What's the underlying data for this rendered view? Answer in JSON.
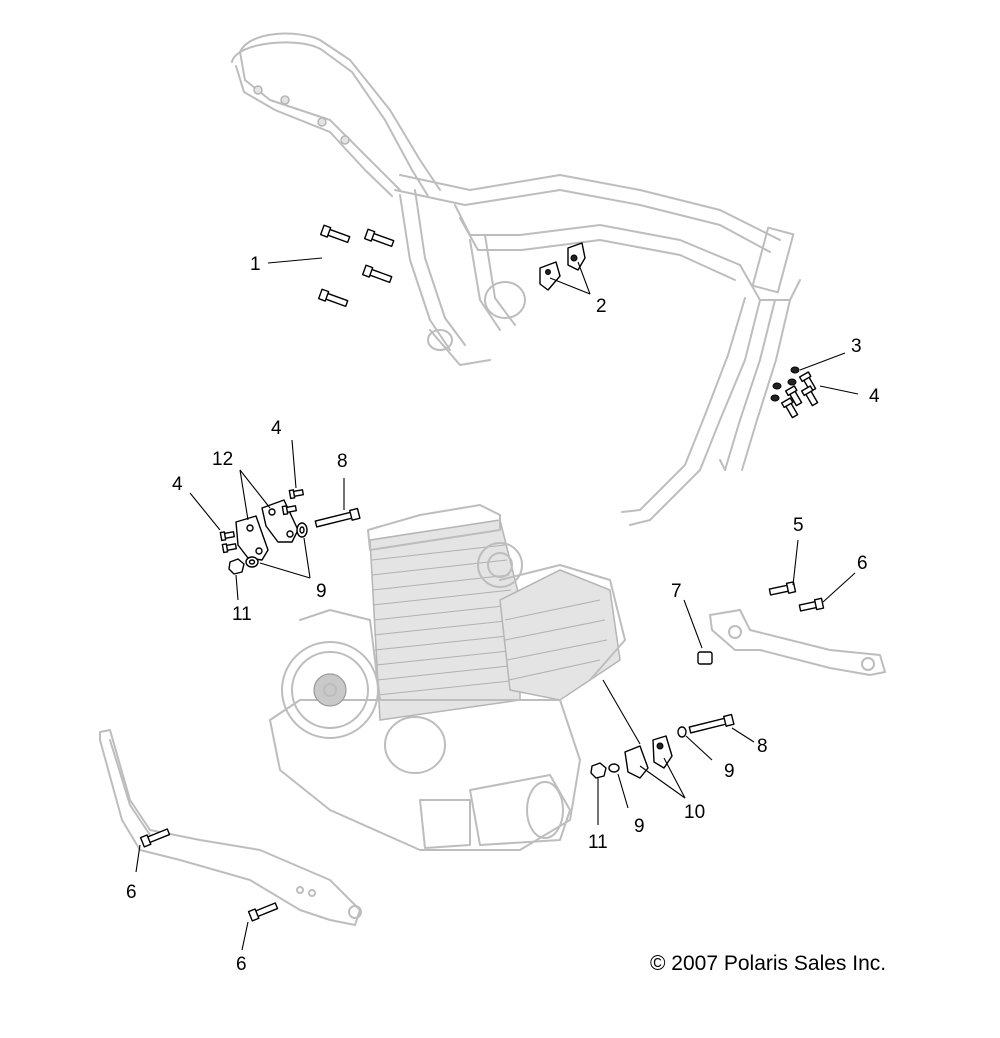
{
  "callouts": {
    "c1": "1",
    "c2": "2",
    "c3": "3",
    "c4a": "4",
    "c4b": "4",
    "c4c": "4",
    "c5": "5",
    "c6a": "6",
    "c6b": "6",
    "c6c": "6",
    "c7": "7",
    "c8a": "8",
    "c8b": "8",
    "c9a": "9",
    "c9b": "9",
    "c9c": "9",
    "c10": "10",
    "c11a": "11",
    "c11b": "11",
    "c12": "12"
  },
  "copyright": "© 2007 Polaris Sales Inc."
}
